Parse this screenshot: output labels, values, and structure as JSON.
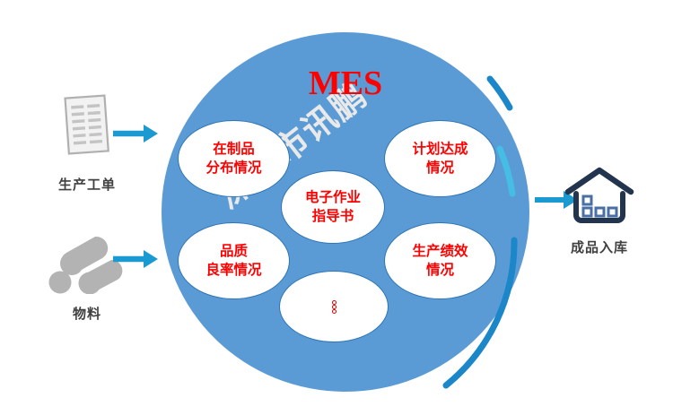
{
  "diagram": {
    "title": "MES",
    "title_color": "#ff0000",
    "circle_color": "#5b9bd5",
    "watermark_text": "深圳市讯鹏",
    "bubbles": [
      {
        "id": "wip-distribution",
        "text": "在制品\n分布情况"
      },
      {
        "id": "plan-achievement",
        "text": "计划达成\n情况"
      },
      {
        "id": "quality-yield",
        "text": "品质\n良率情况"
      },
      {
        "id": "production-performance",
        "text": "生产绩效\n情况"
      },
      {
        "id": "electronic-sop",
        "text": "电子作业\n指导书"
      },
      {
        "id": "more",
        "text": ""
      }
    ],
    "inputs": [
      {
        "id": "production-work-order",
        "label": "生产工单",
        "icon": "document-icon"
      },
      {
        "id": "material",
        "label": "物料",
        "icon": "logs-icon"
      }
    ],
    "output": {
      "id": "finished-goods-warehouse",
      "label": "成品入库",
      "icon": "warehouse-icon"
    },
    "colors": {
      "arrow": "#1b9ad1",
      "arc_dark": "#1b87c9",
      "arc_light": "#45bde4",
      "arc_main": "#1b87c9",
      "icon_gray": "#b3b3b3",
      "house_outline": "#22344e",
      "label_text": "#404040",
      "bubble_text": "#ff0000",
      "bubble_border": "#2e75b6"
    }
  }
}
